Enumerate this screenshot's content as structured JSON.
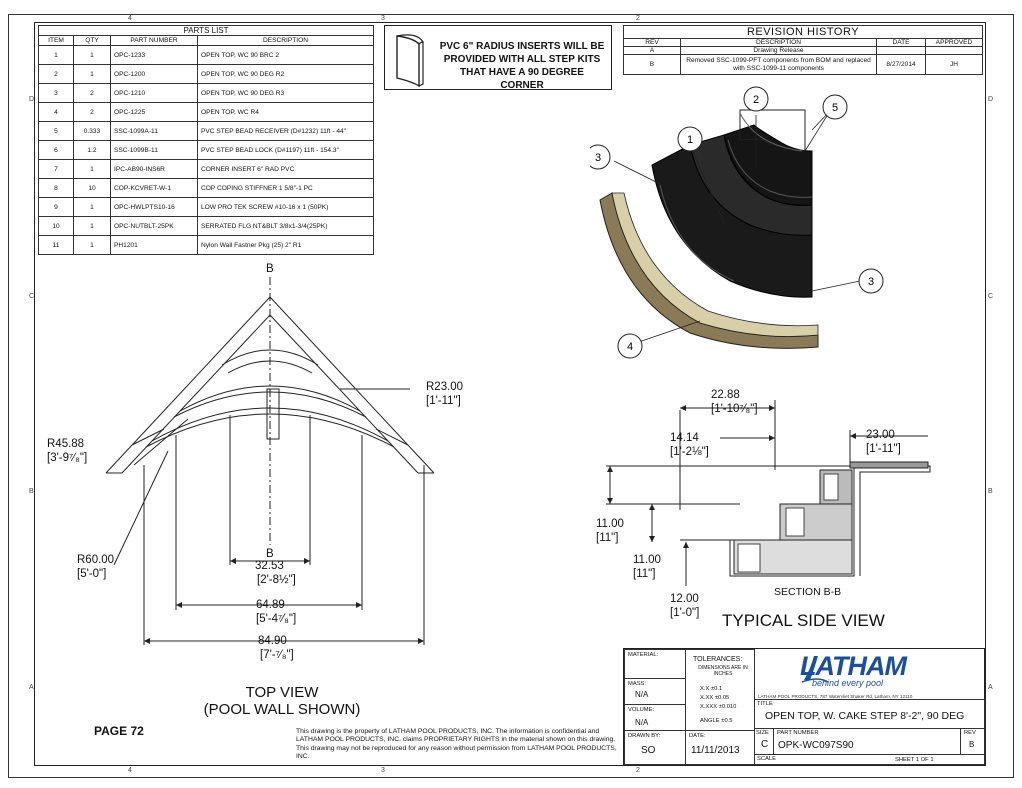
{
  "zones": {
    "top": [
      "4",
      "3",
      "2"
    ],
    "bottom": [
      "4",
      "3",
      "2"
    ],
    "left": [
      "D",
      "C",
      "B",
      "A"
    ],
    "right": [
      "D",
      "C",
      "B",
      "A"
    ]
  },
  "parts_list": {
    "title": "PARTS LIST",
    "headers": [
      "ITEM",
      "QTY",
      "PART NUMBER",
      "DESCRIPTION"
    ],
    "rows": [
      [
        "1",
        "1",
        "OPC-1233",
        "OPEN TOP, WC 90 BRC 2"
      ],
      [
        "2",
        "1",
        "OPC-1200",
        "OPEN TOP, WC 90 DEG R2"
      ],
      [
        "3",
        "2",
        "OPC-1210",
        "OPEN TOP, WC 90 DEG R3"
      ],
      [
        "4",
        "2",
        "OPC-1225",
        "OPEN TOP, WC R4"
      ],
      [
        "5",
        "0.333",
        "SSC-1099A-11",
        "PVC STEP BEAD RECEIVER (D#1232) 11ft - 44\""
      ],
      [
        "6",
        "1.2",
        "SSC-1099B-11",
        "PVC STEP BEAD LOCK (D#1197) 11ft - 154.3\""
      ],
      [
        "7",
        "1",
        "IPC-AB90-INS6R",
        "CORNER INSERT 6\" RAD PVC"
      ],
      [
        "8",
        "10",
        "COP-KCVRET-W-1",
        "COP COPING STIFFNER 1 5/8\"-1 PC"
      ],
      [
        "9",
        "1",
        "OPC-HWLPTS10-16",
        "LOW PRO TEK SCREW #10-16 x 1 (50PK)"
      ],
      [
        "10",
        "1",
        "OPC-NUTBLT-25PK",
        "SERRATED FLG NT&BLT 3/8x1-3/4(25PK)"
      ],
      [
        "11",
        "1",
        "PH1201",
        "Nylon Wall Fastner Pkg (25) 2\" R1"
      ]
    ]
  },
  "note": {
    "text_line1": "PVC 6\" RADIUS INSERTS WILL BE",
    "text_line2": "PROVIDED WITH ALL STEP KITS",
    "text_line3": "THAT HAVE A 90 DEGREE CORNER"
  },
  "revision": {
    "title": "REVISION HISTORY",
    "headers": [
      "REV",
      "DESCRIPTION",
      "DATE",
      "APPROVED"
    ],
    "rows": [
      [
        "A",
        "Drawing Release",
        "",
        ""
      ],
      [
        "B",
        "Removed SSC-1099-PFT components from BOM and replaced with SSC-1099-11 components",
        "8/27/2014",
        "JH"
      ]
    ]
  },
  "balloons": [
    "1",
    "2",
    "3",
    "3",
    "4",
    "5"
  ],
  "top_view": {
    "section_mark": "B",
    "dims": {
      "r23": "R23.00",
      "r23_ft": "[1'-11\"]",
      "r45": "R45.88",
      "r45_ft": "[3'-9⁷⁄₈\"]",
      "r60": "R60.00",
      "r60_ft": "[5'-0\"]",
      "d32": "32.53",
      "d32_ft": "[2'-8½\"]",
      "d64": "64.89",
      "d64_ft": "[5'-4⁷⁄₈\"]",
      "d84": "84.90",
      "d84_ft": "[7'-⁷⁄₈\"]"
    },
    "title_line1": "TOP VIEW",
    "title_line2": "(POOL WALL SHOWN)"
  },
  "side_view": {
    "dims": {
      "d2288": "22.88",
      "d2288_ft": "[1'-10⁷⁄₈\"]",
      "d1414": "14.14",
      "d1414_ft": "[1'-2⅛\"]",
      "d23": "23.00",
      "d23_ft": "[1'-11\"]",
      "h11a": "11.00",
      "h11a_ft": "[11\"]",
      "h11b": "11.00",
      "h11b_ft": "[11\"]",
      "h12": "12.00",
      "h12_ft": "[1'-0\"]"
    },
    "section_label": "SECTION B-B",
    "title": "TYPICAL SIDE VIEW"
  },
  "page_label": "PAGE 72",
  "disclaimer": "This drawing is the property of LATHAM POOL PRODUCTS, INC. The information is confidential and LATHAM POOL PRODUCTS, INC. claims PROPRIETARY RIGHTS in the material shown on this drawing. This drawing may not be reproduced for any reason without permission from LATHAM POOL PRODUCTS, INC.",
  "title_block": {
    "material_label": "MATERIAL:",
    "mass_label": "MASS:",
    "mass_value": "N/A",
    "volume_label": "VOLUME:",
    "volume_value": "N/A",
    "drawn_by_label": "DRAWN BY:",
    "drawn_by": "SO",
    "tolerances_label": "TOLERANCES:",
    "tolerances_sub": "DIMENSIONS ARE IN INCHES",
    "tol_rows": [
      "X.X      ±0.1",
      "X.XX     ±0.05",
      "X.XXX   ±0.010"
    ],
    "angle": "ANGLE  ±0.5",
    "date_label": "DATE:",
    "date": "11/11/2013",
    "logo": "LATHAM",
    "logo_tagline": "behind every pool",
    "address": "LATHAM POOL PRODUCTS, 787 Watervliet Shaker Rd, Latham, NY 12110",
    "title_label": "TITLE",
    "title": "OPEN TOP, W. CAKE STEP 8'-2\", 90 DEG",
    "size_label": "SIZE",
    "size": "C",
    "part_number_label": "PART NUMBER",
    "part_number": "OPK-WC097S90",
    "rev_label": "REV",
    "rev": "B",
    "scale_label": "SCALE",
    "sheet": "SHEET 1  OF 1"
  }
}
